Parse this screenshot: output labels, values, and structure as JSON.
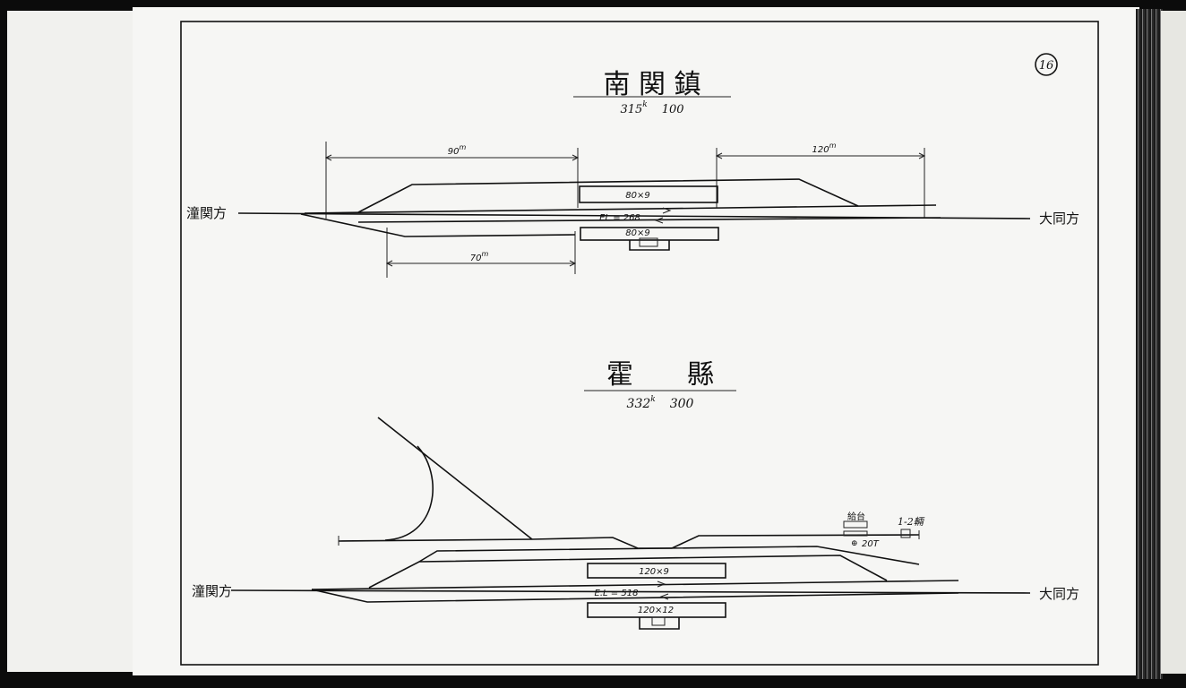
{
  "page_number": "16",
  "station_1": {
    "name": "南 関 鎮",
    "km": "315",
    "km_unit": "k",
    "km_m": "100",
    "dim_left": "90",
    "dim_right": "120",
    "dim_lower": "70",
    "dim_unit": "m",
    "platform_upper": "80×9",
    "platform_lower": "80×9",
    "elevation": "EL = 268",
    "direction_left": "潼関方",
    "direction_right": "大同方"
  },
  "station_2": {
    "name": "霍　　縣",
    "km": "332",
    "km_unit": "k",
    "km_m": "300",
    "platform_upper": "120×9",
    "platform_lower": "120×12",
    "elevation": "E.L = 518",
    "turntable_label": "給台",
    "crane_label": "20T",
    "crane_symbol": "⊕",
    "car_label": "1-2輛",
    "direction_left": "潼関方",
    "direction_right": "大同方"
  }
}
